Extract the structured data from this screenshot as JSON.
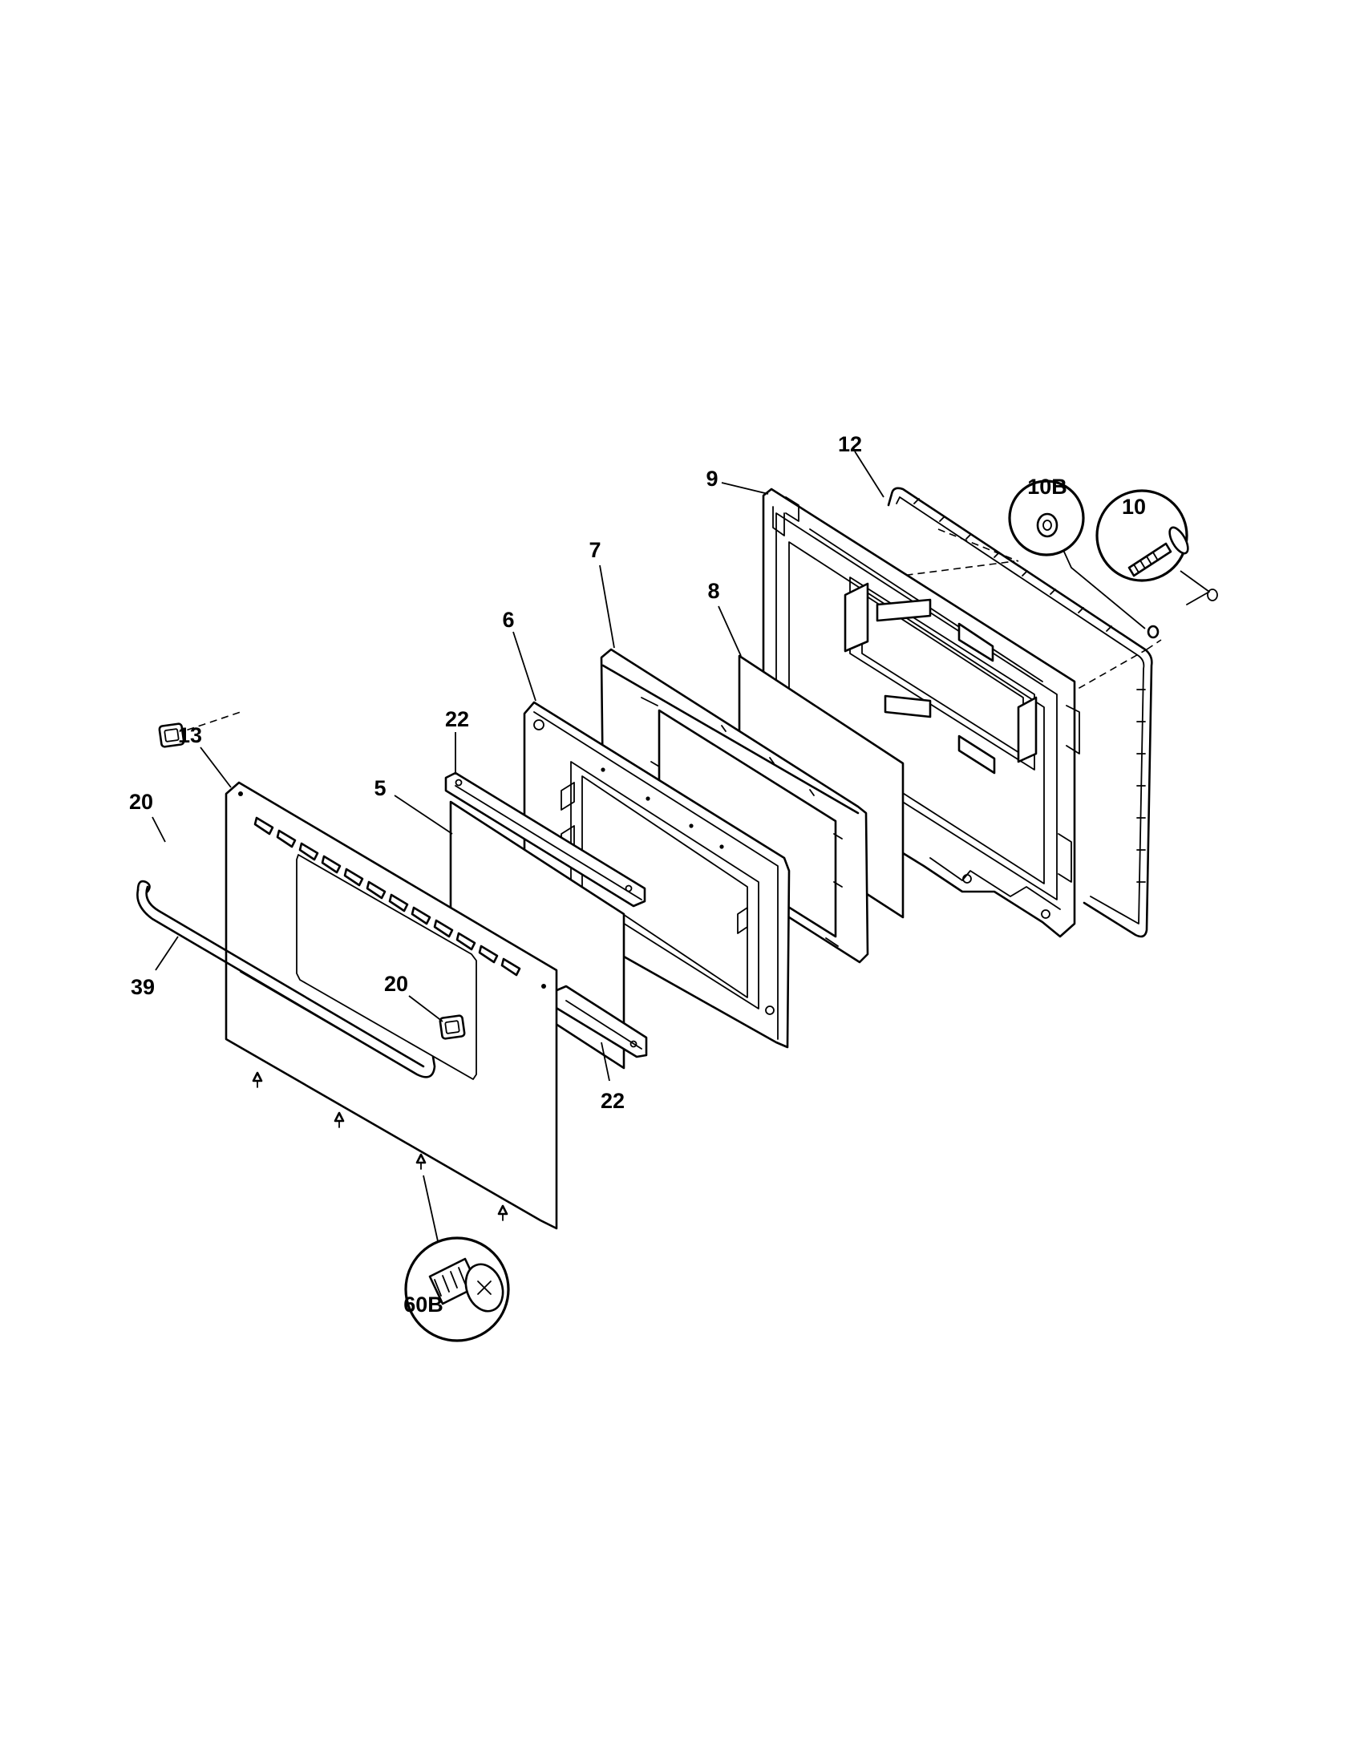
{
  "callouts": [
    {
      "id": "lbl-12",
      "text": "12"
    },
    {
      "id": "lbl-9",
      "text": "9"
    },
    {
      "id": "lbl-10b",
      "text": "10B"
    },
    {
      "id": "lbl-10",
      "text": "10"
    },
    {
      "id": "lbl-7",
      "text": "7"
    },
    {
      "id": "lbl-8",
      "text": "8"
    },
    {
      "id": "lbl-6",
      "text": "6"
    },
    {
      "id": "lbl-22a",
      "text": "22"
    },
    {
      "id": "lbl-13",
      "text": "13"
    },
    {
      "id": "lbl-5",
      "text": "5"
    },
    {
      "id": "lbl-20a",
      "text": "20"
    },
    {
      "id": "lbl-20b",
      "text": "20"
    },
    {
      "id": "lbl-39",
      "text": "39"
    },
    {
      "id": "lbl-22b",
      "text": "22"
    },
    {
      "id": "lbl-60b",
      "text": "60B"
    }
  ]
}
